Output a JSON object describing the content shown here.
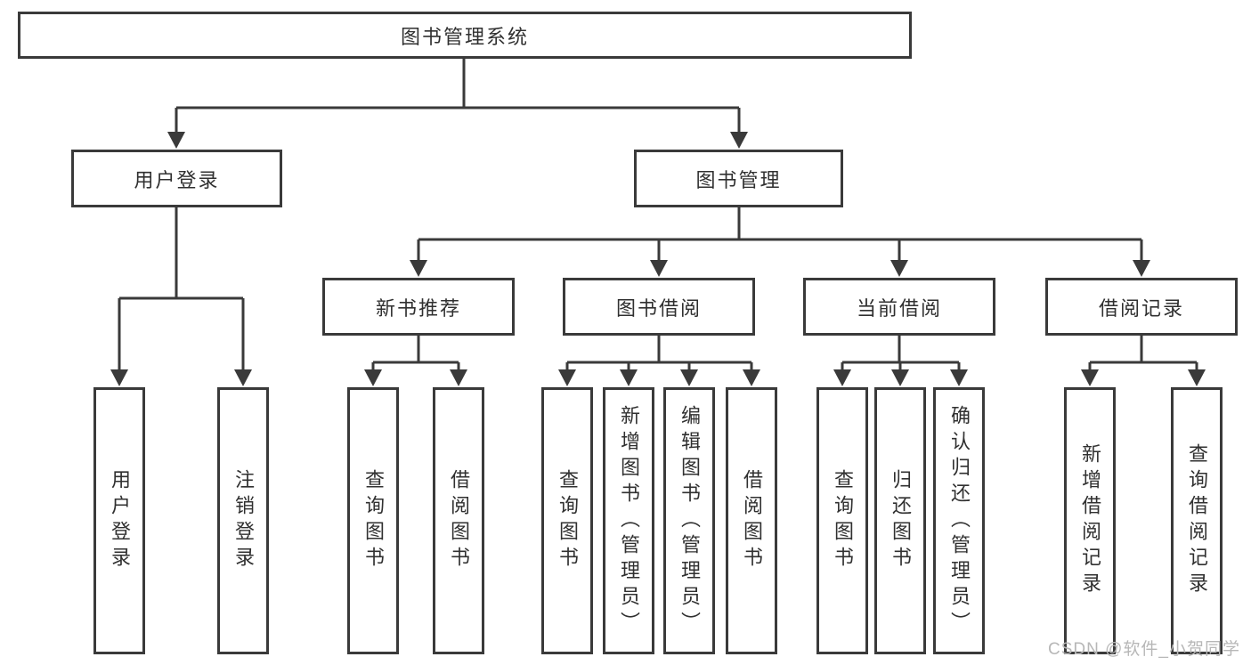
{
  "tree": {
    "label": "图书管理系统",
    "children": [
      {
        "label": "用户登录",
        "children": [
          {
            "label": "用户登录"
          },
          {
            "label": "注销登录"
          }
        ]
      },
      {
        "label": "图书管理",
        "children": [
          {
            "label": "新书推荐",
            "children": [
              {
                "label": "查询图书"
              },
              {
                "label": "借阅图书"
              }
            ]
          },
          {
            "label": "图书借阅",
            "children": [
              {
                "label": "查询图书"
              },
              {
                "label": "新增图书（管理员）"
              },
              {
                "label": "编辑图书（管理员）"
              },
              {
                "label": "借阅图书"
              }
            ]
          },
          {
            "label": "当前借阅",
            "children": [
              {
                "label": "查询图书"
              },
              {
                "label": "归还图书"
              },
              {
                "label": "确认归还（管理员）"
              }
            ]
          },
          {
            "label": "借阅记录",
            "children": [
              {
                "label": "新增借阅记录"
              },
              {
                "label": "查询借阅记录"
              }
            ]
          }
        ]
      }
    ]
  },
  "watermark": {
    "text": "CSDN @软件_小贺同学"
  },
  "colors": {
    "line": "#3a3a3a",
    "text": "#303030",
    "watermark": "#b7b7b7",
    "background": "#ffffff"
  }
}
